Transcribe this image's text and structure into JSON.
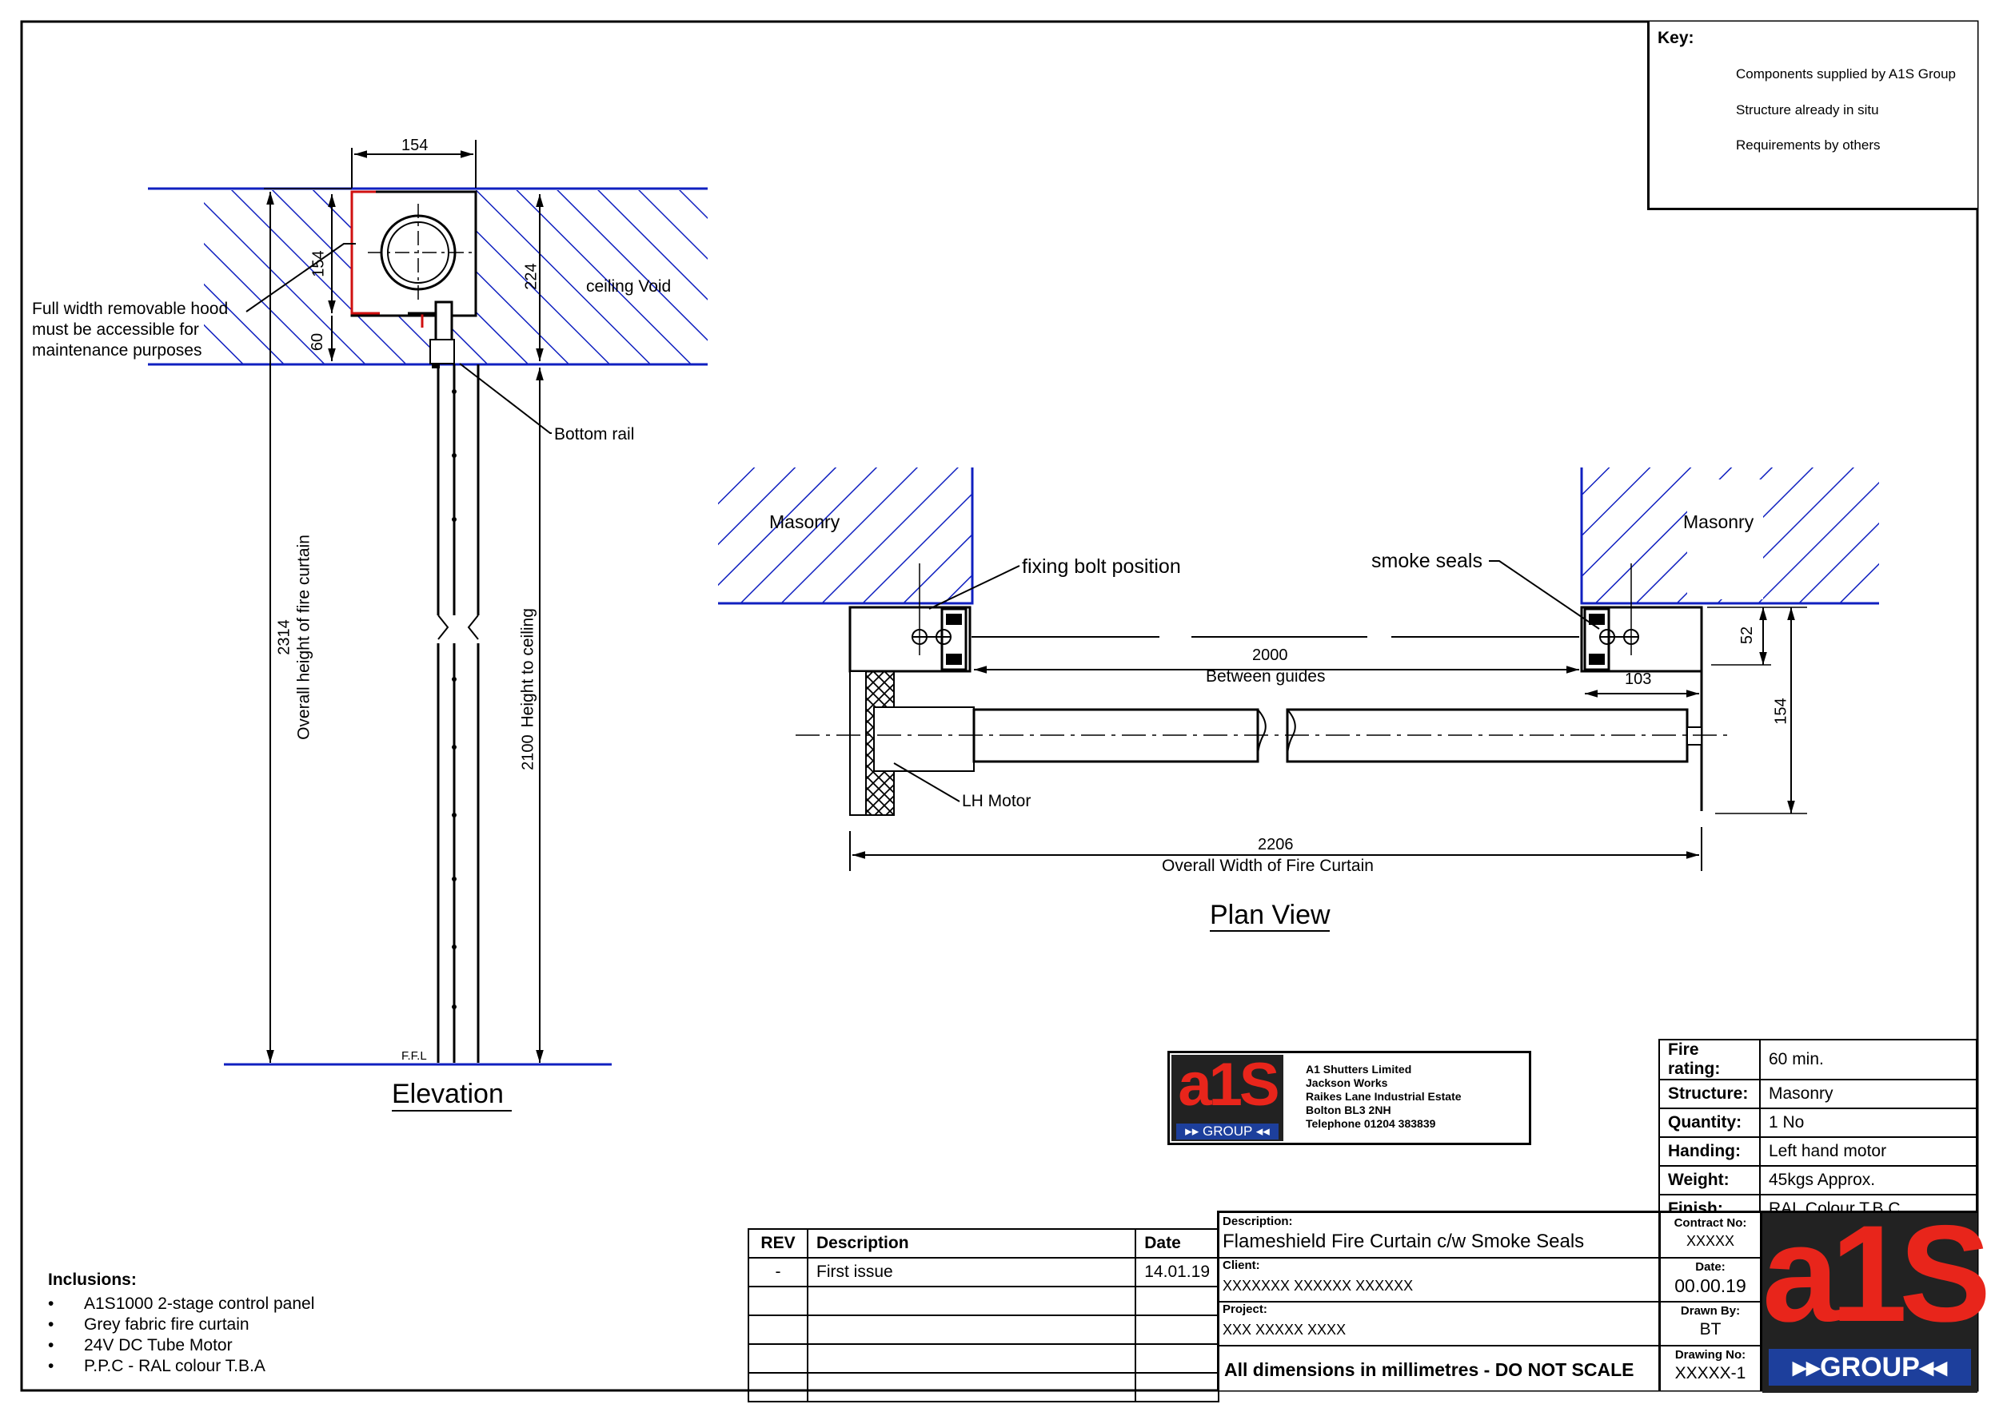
{
  "key": {
    "title": "Key:",
    "items": [
      {
        "label": "Components supplied by A1S Group",
        "color": "#000000"
      },
      {
        "label": "Structure already in situ",
        "color": "#1020c0"
      },
      {
        "label": "Requirements by others",
        "color": "#22cc22"
      }
    ]
  },
  "elevation": {
    "title": "Elevation",
    "labels": {
      "hood": [
        "Full width removable hood",
        "must be accessible for",
        "maintenance purposes"
      ],
      "ceiling_void": "ceiling Void",
      "bottom_rail": "Bottom rail",
      "ffl": "F.F.L",
      "overall_height": "Overall height of fire curtain",
      "height_to_ceiling": "Height to ceiling"
    },
    "dims": {
      "box_width": "154",
      "box_height": "154",
      "depth_224": "224",
      "depth_60": "60",
      "overall": "2314",
      "to_ceiling": "2100"
    }
  },
  "plan": {
    "title": "Plan View",
    "labels": {
      "masonry_left": "Masonry",
      "masonry_right": "Masonry",
      "fixing_bolt": "fixing bolt position",
      "smoke_seals": "smoke seals",
      "between_guides": "Between guides",
      "lh_motor": "LH Motor",
      "overall_width": "Overall Width of Fire Curtain"
    },
    "dims": {
      "between": "2000",
      "guide": "103",
      "d52": "52",
      "d154": "154",
      "overall": "2206"
    }
  },
  "inclusions": {
    "title": "Inclusions:",
    "items": [
      "A1S1000 2-stage control panel",
      "Grey fabric fire curtain",
      "24V DC Tube Motor",
      "P.P.C - RAL colour T.B.A"
    ]
  },
  "company": {
    "logo_text": "a1S",
    "logo_band": "GROUP",
    "address": [
      "A1 Shutters Limited",
      "Jackson Works",
      "Raikes Lane Industrial Estate",
      "Bolton BL3 2NH",
      "Telephone 01204 383839"
    ]
  },
  "specs": [
    {
      "label": "Fire rating:",
      "value": "60 min."
    },
    {
      "label": "Structure:",
      "value": "Masonry"
    },
    {
      "label": "Quantity:",
      "value": "1 No"
    },
    {
      "label": "Handing:",
      "value": "Left hand motor"
    },
    {
      "label": "Weight:",
      "value": "45kgs Approx."
    },
    {
      "label": "Finish:",
      "value": "RAL Colour T.B.C"
    }
  ],
  "revisions": {
    "headers": [
      "REV",
      "Description",
      "Date"
    ],
    "rows": [
      [
        "-",
        "First issue",
        "14.01.19"
      ],
      [
        "",
        "",
        ""
      ],
      [
        "",
        "",
        ""
      ],
      [
        "",
        "",
        ""
      ],
      [
        "",
        "",
        ""
      ]
    ]
  },
  "titleblock": {
    "description_label": "Description:",
    "description": "Flameshield Fire Curtain c/w Smoke Seals",
    "client_label": "Client:",
    "client": "XXXXXXX XXXXXX XXXXXX",
    "project_label": "Project:",
    "project": "XXX XXXXX XXXX",
    "note": "All dimensions in millimetres - DO NOT SCALE",
    "contract_label": "Contract No:",
    "contract": "XXXXX",
    "date_label": "Date:",
    "date": "00.00.19",
    "drawn_label": "Drawn By:",
    "drawn": "BT",
    "drawing_label": "Drawing No:",
    "drawing": "XXXXX-1"
  },
  "colors": {
    "structure": "#1020c0",
    "hood": "#d01010",
    "logo_red": "#e8251b",
    "logo_blue": "#1d3f9c"
  }
}
